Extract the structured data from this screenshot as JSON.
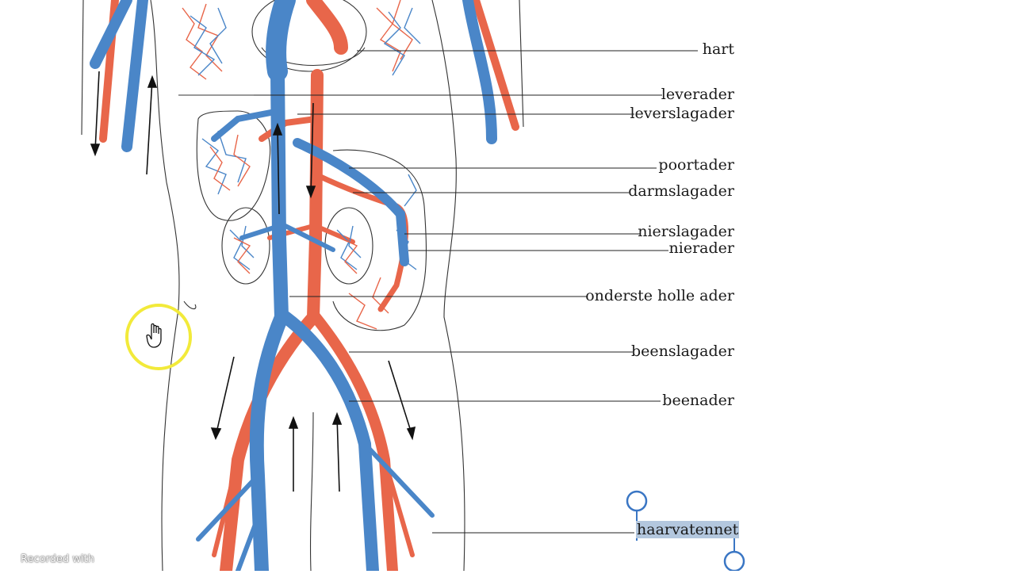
{
  "labels": {
    "hart": "hart",
    "leverader": "leverader",
    "leverslagader": "leverslagader",
    "poortader": "poortader",
    "darmslagader": "darmslagader",
    "nierslagader": "nierslagader",
    "nierader": "nierader",
    "onderste_holle_ader": "onderste holle ader",
    "beenslagader": "beenslagader",
    "beenader": "beenader",
    "haarvatennet": "haarvatennet"
  },
  "watermark": "Recorded with",
  "colors": {
    "artery": "#e8664a",
    "vein": "#4a86c8",
    "outline": "#333333",
    "cursor_highlight": "#f2ea3a",
    "selection": "#b3c7de",
    "handle": "#3a76c4"
  },
  "cursor_icon": "hand-pointer-icon"
}
